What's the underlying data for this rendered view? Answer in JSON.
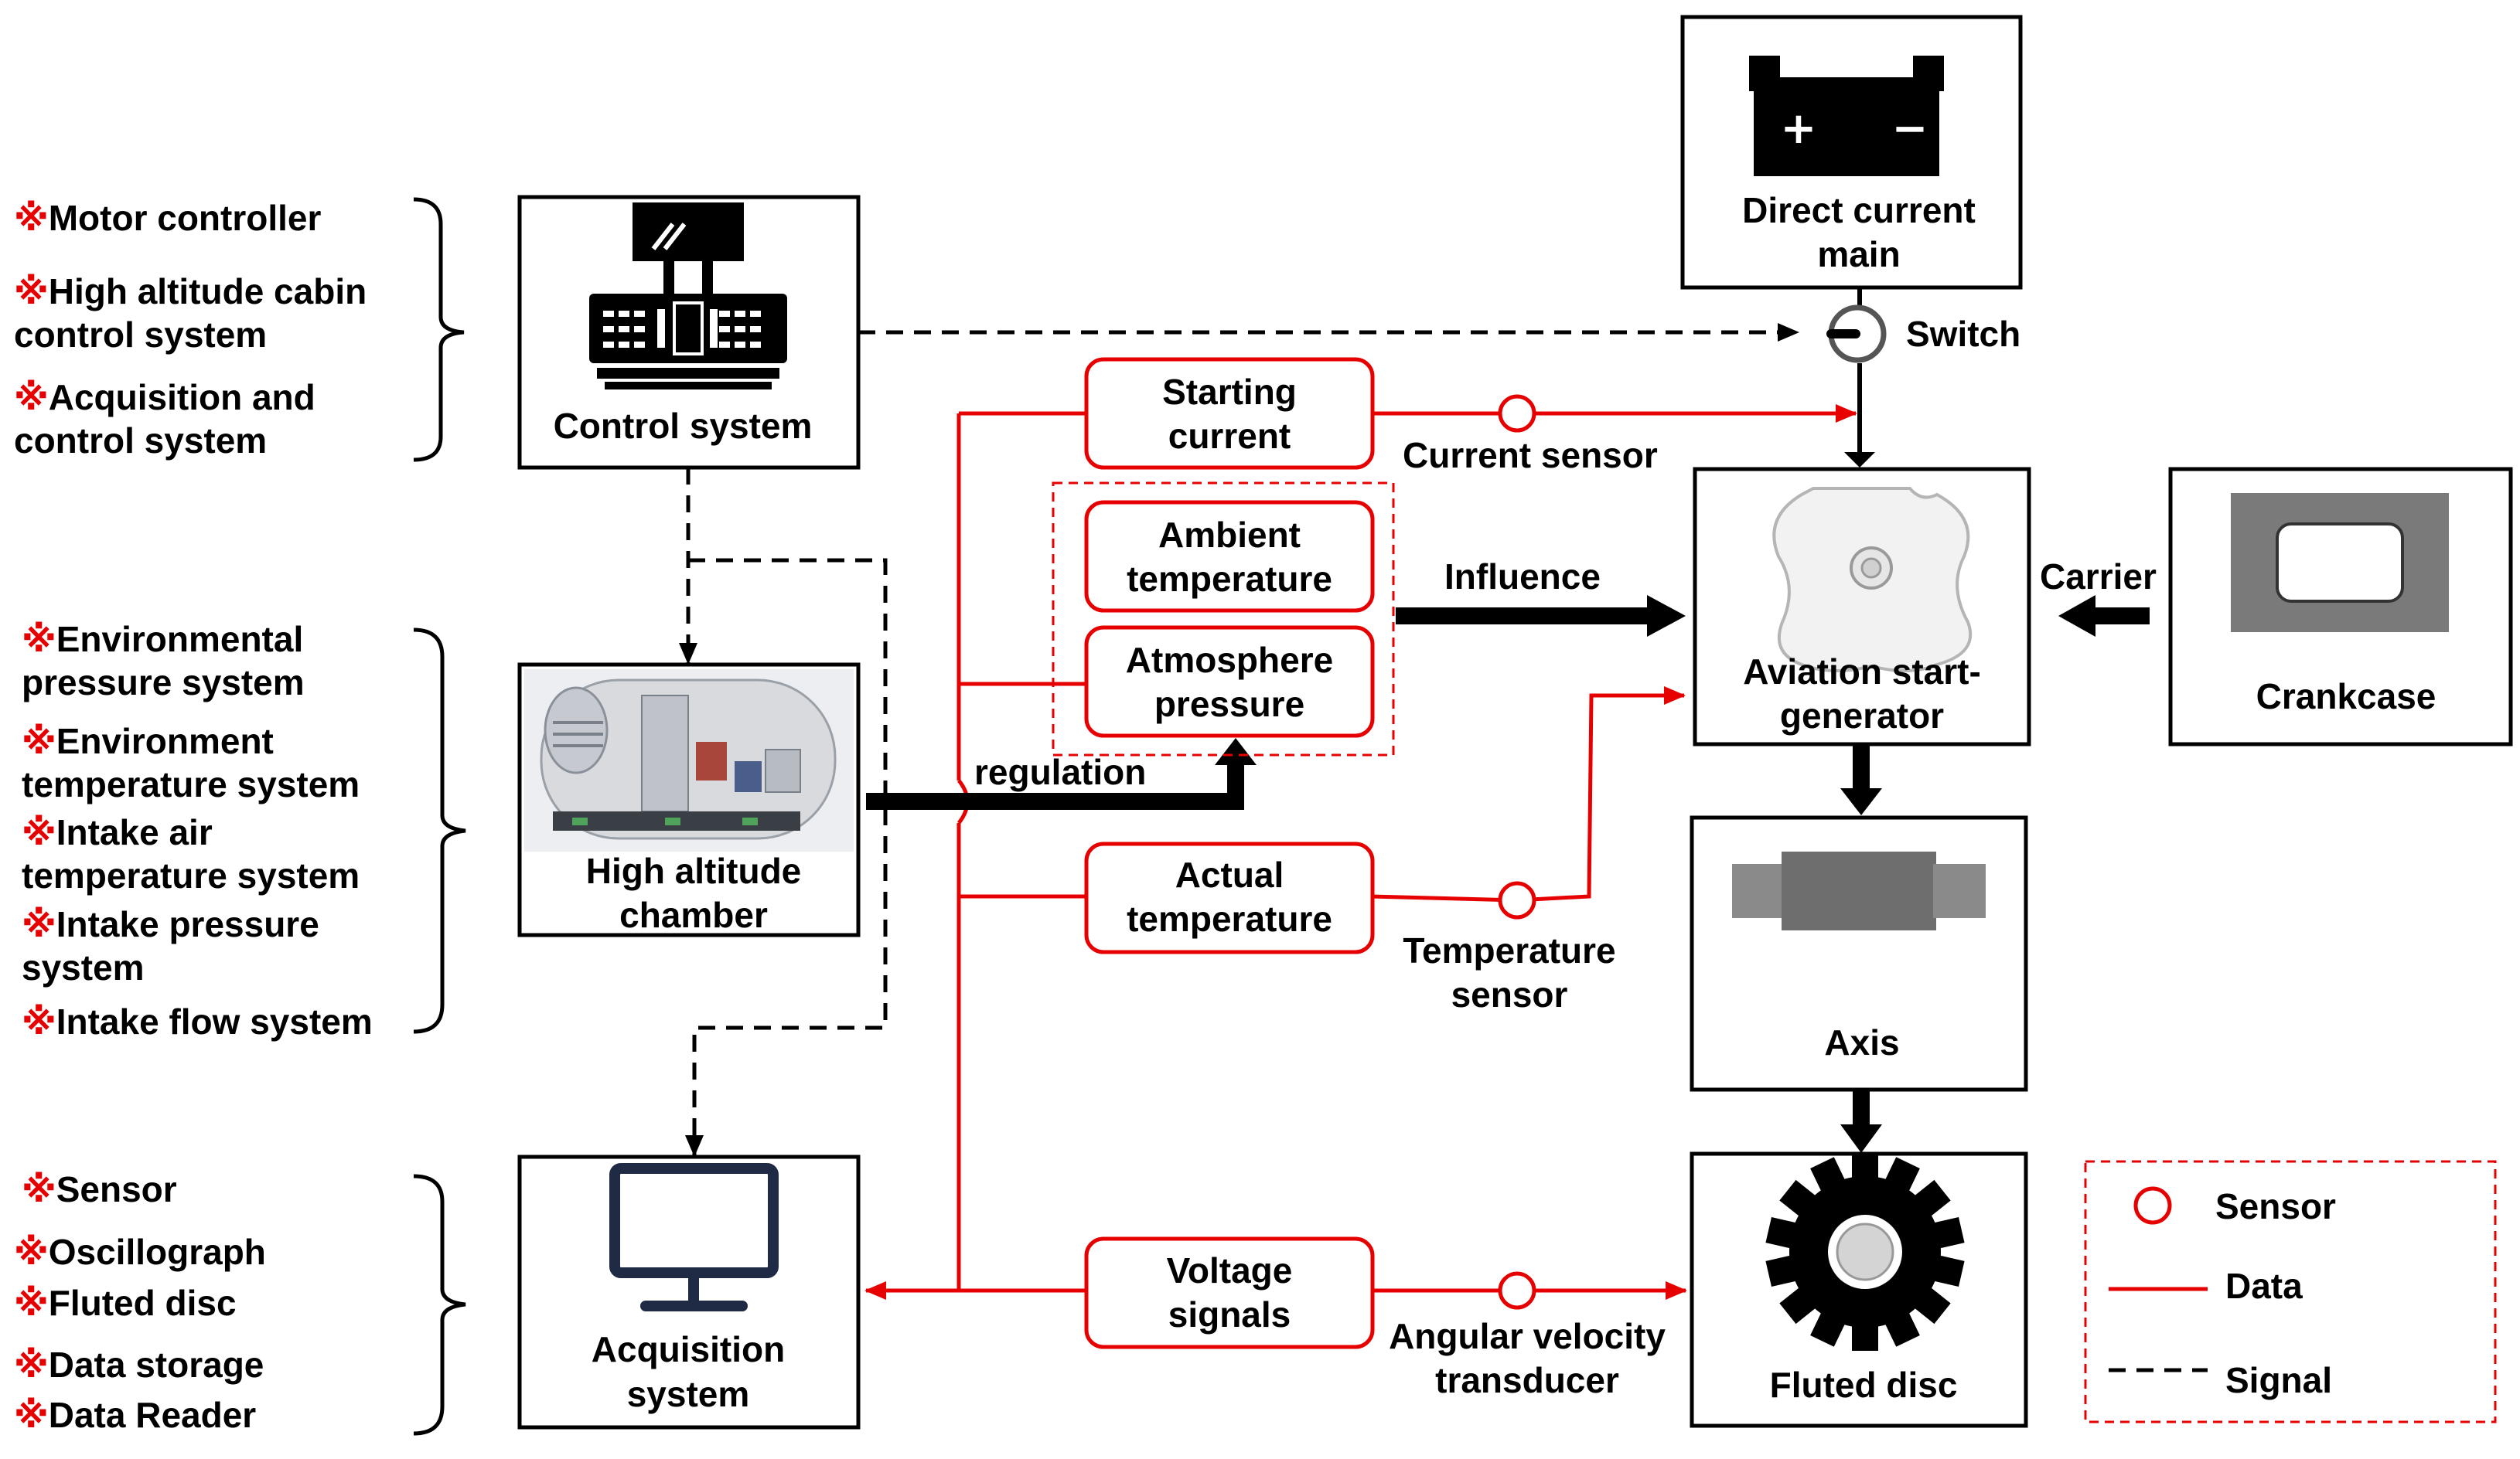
{
  "groups": {
    "control": [
      "Motor controller",
      "High altitude cabin control system",
      "Acquisition and control system"
    ],
    "chamber": [
      "Environmental pressure system",
      "Environment temperature system",
      "Intake air temperature system",
      "Intake pressure system",
      "Intake flow system"
    ],
    "acquisition": [
      "Sensor",
      "Oscillograph",
      "Fluted disc",
      "Data storage",
      "Data Reader"
    ]
  },
  "mark": "※",
  "nodes": {
    "control_system": "Control system",
    "high_altitude_chamber": "High altitude chamber",
    "acquisition_system": "Acquisition system",
    "starting_current": "Starting current",
    "ambient_temperature": "Ambient temperature",
    "atmosphere_pressure": "Atmosphere pressure",
    "actual_temperature": "Actual temperature",
    "voltage_signals": "Voltage signals",
    "direct_current_main": "Direct current main",
    "aviation_start_generator": "Aviation start-generator",
    "crankcase": "Crankcase",
    "axis": "Axis",
    "fluted_disc": "Fluted disc"
  },
  "labels": {
    "switch": "Switch",
    "current_sensor": "Current sensor",
    "influence": "Influence",
    "carrier": "Carrier",
    "regulation": "regulation",
    "temperature_sensor": "Temperature sensor",
    "angular_velocity_transducer": "Angular velocity transducer",
    "battery_plus": "+",
    "battery_minus": "−"
  },
  "legend": {
    "sensor": "Sensor",
    "data": "Data",
    "signal": "Signal"
  },
  "colors": {
    "data": "#e60000",
    "signal": "#000000"
  }
}
